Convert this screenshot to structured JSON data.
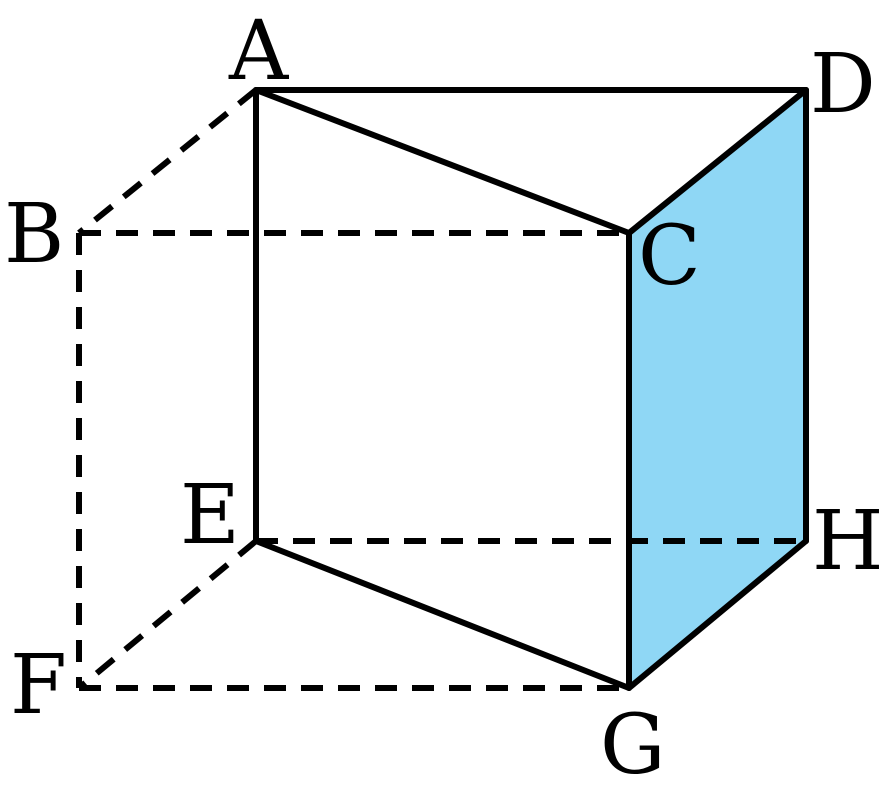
{
  "diagram": {
    "vertex_labels": {
      "A": "A",
      "B": "B",
      "C": "C",
      "D": "D",
      "E": "E",
      "F": "F",
      "G": "G",
      "H": "H"
    },
    "shaded_face": [
      "C",
      "D",
      "H",
      "G"
    ],
    "shaded_face_color": "#8fd7f5",
    "solid_edges": [
      [
        "A",
        "D"
      ],
      [
        "A",
        "C"
      ],
      [
        "C",
        "D"
      ],
      [
        "A",
        "E"
      ],
      [
        "C",
        "G"
      ],
      [
        "D",
        "H"
      ],
      [
        "E",
        "G"
      ],
      [
        "G",
        "H"
      ]
    ],
    "dashed_edges": [
      [
        "A",
        "B"
      ],
      [
        "B",
        "C"
      ],
      [
        "B",
        "F"
      ],
      [
        "F",
        "G"
      ],
      [
        "E",
        "F"
      ],
      [
        "E",
        "H"
      ]
    ]
  }
}
